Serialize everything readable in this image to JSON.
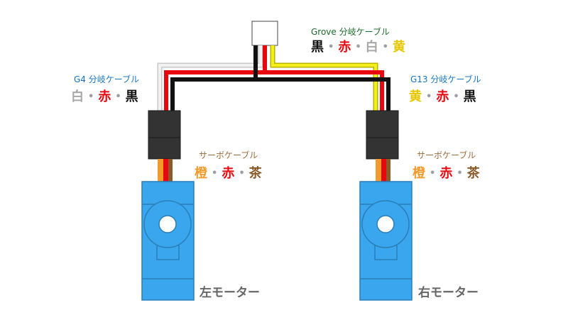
{
  "colors": {
    "wire_black": "#111111",
    "wire_red": "#e8070e",
    "wire_white": "#ebebeb",
    "wire_yellow": "#f4ee1a",
    "wire_orange": "#f39a2a",
    "wire_brown": "#8a5a2b",
    "connector": "#333333",
    "motor_body": "#3aa6ee",
    "motor_outline": "#2a7fb8",
    "label_blue": "#1776c4",
    "label_green": "#1a6b2a",
    "label_brown": "#9c6b3c",
    "dot_gray": "#9aa0a6"
  },
  "grove": {
    "caption": "Grove 分岐ケーブル",
    "colors": [
      {
        "text": "黒",
        "color": "#111111"
      },
      {
        "text": "赤",
        "color": "#e8070e"
      },
      {
        "text": "白",
        "color": "#a8a8a8"
      },
      {
        "text": "黄",
        "color": "#e6c800"
      }
    ],
    "separator": "•"
  },
  "g4": {
    "caption": "G4 分岐ケーブル",
    "colors": [
      {
        "text": "白",
        "color": "#a8a8a8"
      },
      {
        "text": "赤",
        "color": "#e8070e"
      },
      {
        "text": "黒",
        "color": "#111111"
      }
    ],
    "separator": "•"
  },
  "g13": {
    "caption": "G13 分岐ケーブル",
    "colors": [
      {
        "text": "黄",
        "color": "#e6c800"
      },
      {
        "text": "赤",
        "color": "#e8070e"
      },
      {
        "text": "黒",
        "color": "#111111"
      }
    ],
    "separator": "•"
  },
  "servo_left": {
    "caption": "サーボケーブル",
    "colors": [
      {
        "text": "橙",
        "color": "#f39a2a"
      },
      {
        "text": "赤",
        "color": "#e8070e"
      },
      {
        "text": "茶",
        "color": "#8a5a2b"
      }
    ],
    "separator": "•"
  },
  "servo_right": {
    "caption": "サーボケーブル",
    "colors": [
      {
        "text": "橙",
        "color": "#f39a2a"
      },
      {
        "text": "赤",
        "color": "#e8070e"
      },
      {
        "text": "茶",
        "color": "#8a5a2b"
      }
    ],
    "separator": "•"
  },
  "motors": {
    "left_label": "左モーター",
    "right_label": "右モーター"
  }
}
